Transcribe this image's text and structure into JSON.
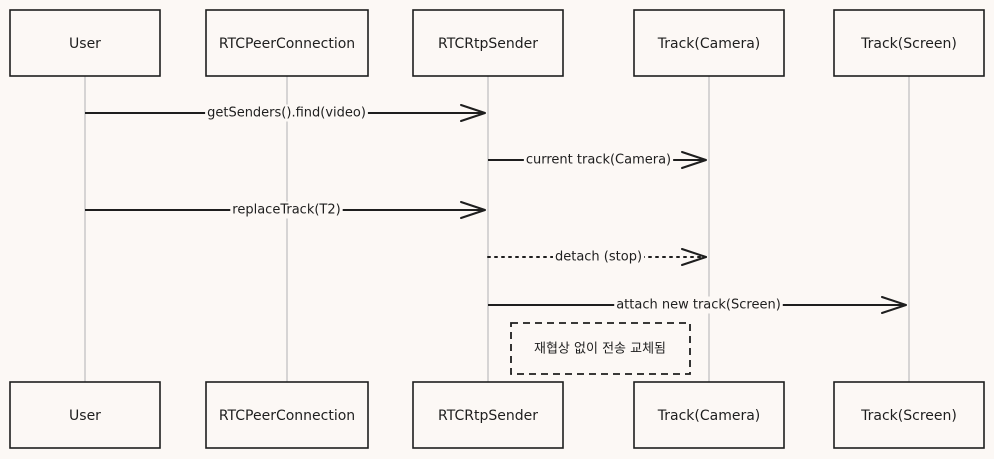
{
  "participants": [
    {
      "id": "user",
      "label": "User"
    },
    {
      "id": "pc",
      "label": "RTCPeerConnection"
    },
    {
      "id": "sender",
      "label": "RTCRtpSender"
    },
    {
      "id": "cam",
      "label": "Track(Camera)"
    },
    {
      "id": "screen",
      "label": "Track(Screen)"
    }
  ],
  "messages": [
    {
      "from": "user",
      "to": "sender",
      "label": "getSenders().find(video)",
      "style": "solid"
    },
    {
      "from": "sender",
      "to": "cam",
      "label": "current track(Camera)",
      "style": "solid"
    },
    {
      "from": "user",
      "to": "sender",
      "label": "replaceTrack(T2)",
      "style": "solid"
    },
    {
      "from": "sender",
      "to": "cam",
      "label": "detach (stop)",
      "style": "dotted"
    },
    {
      "from": "sender",
      "to": "screen",
      "label": "attach new track(Screen)",
      "style": "solid"
    }
  ],
  "note": {
    "text": "재협상 없이 전송 교체됨",
    "over": [
      "sender",
      "cam"
    ]
  },
  "colors": {
    "background": "#fcf8f5",
    "stroke": "#1e1e1e",
    "lifeline": "#bdbdbd"
  }
}
